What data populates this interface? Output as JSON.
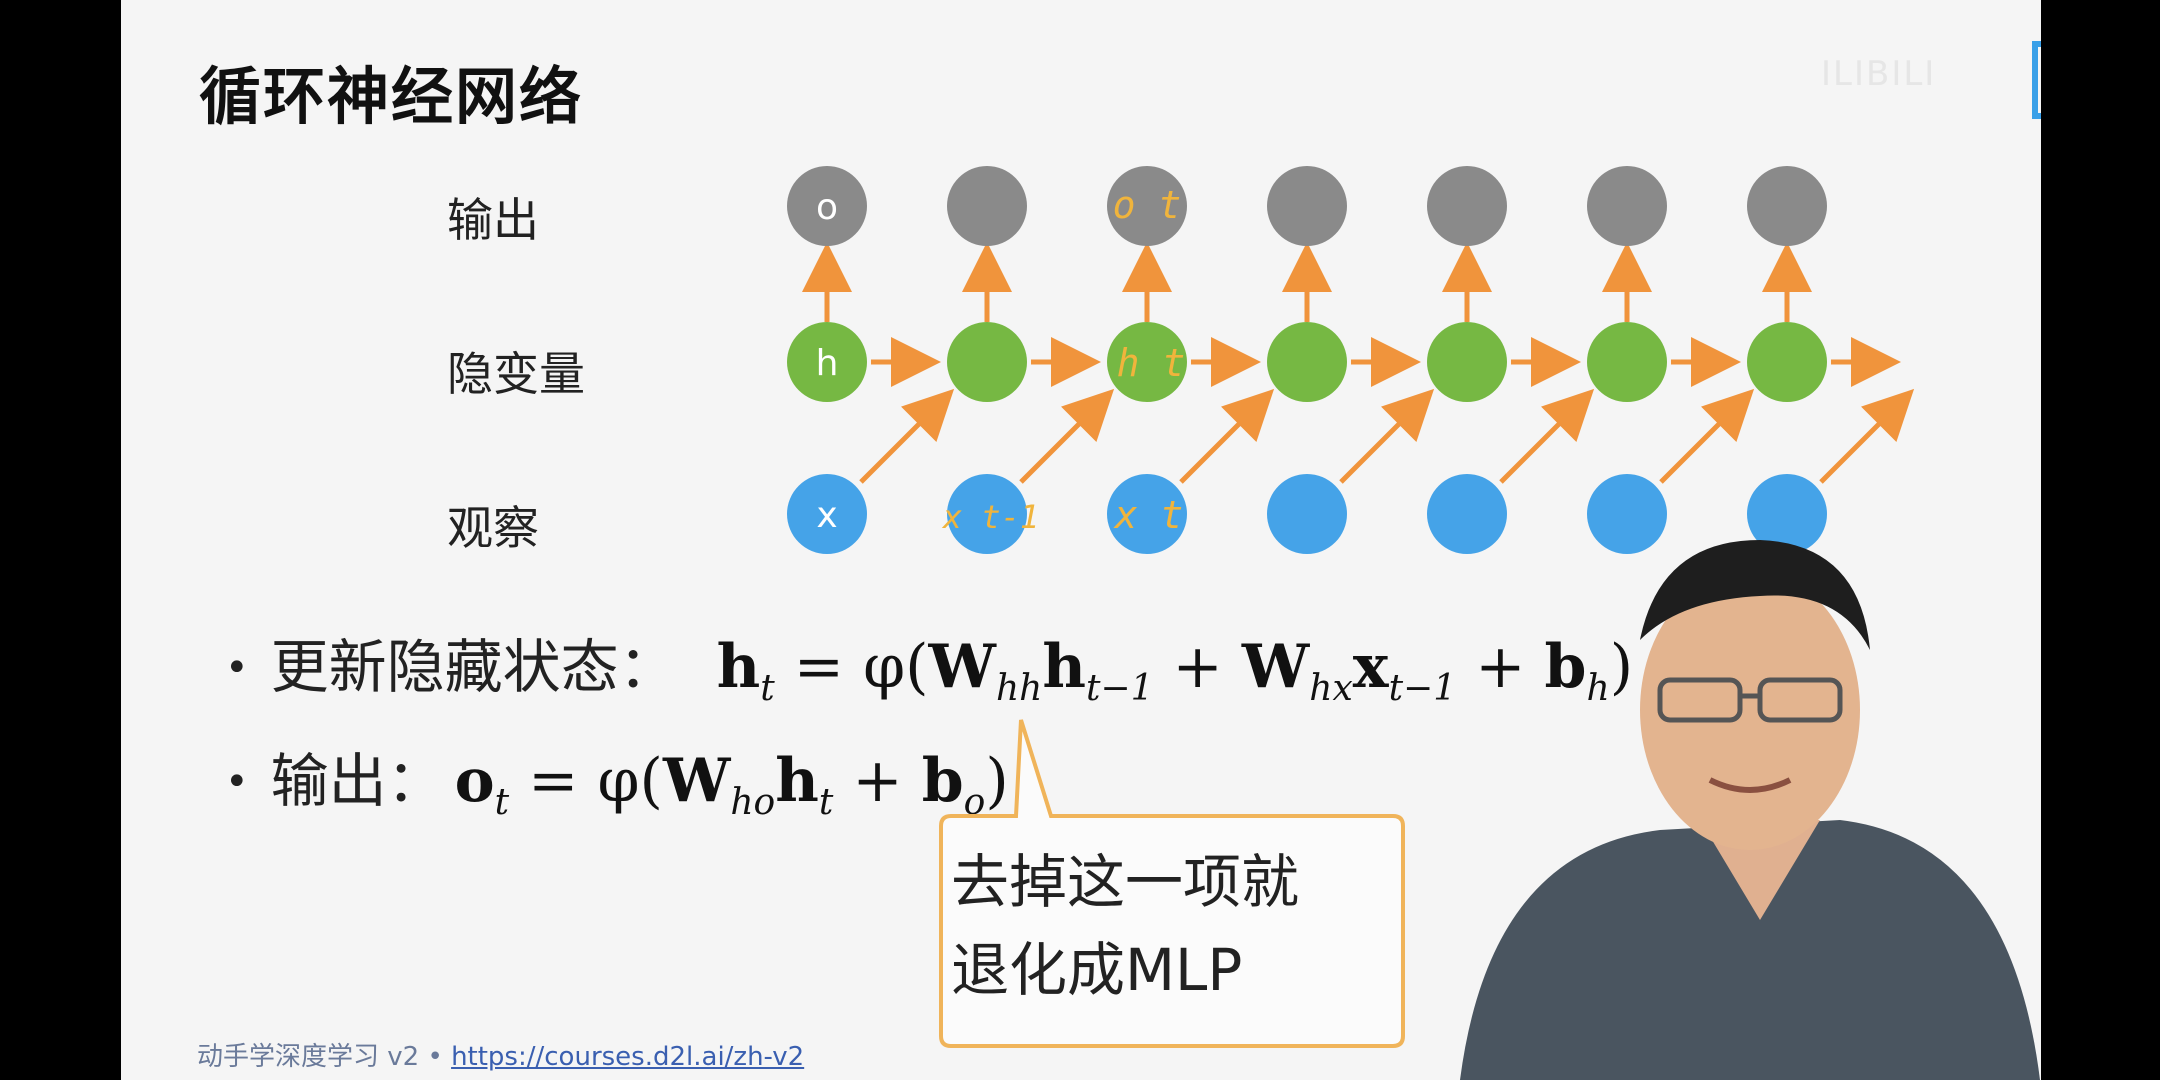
{
  "slide": {
    "title": "循环神经网络",
    "row_labels": {
      "output": "输出",
      "hidden": "隐变量",
      "observation": "观察"
    },
    "nodes": {
      "output_first_label": "o",
      "hidden_first_label": "h",
      "observation_first_label": "x"
    },
    "handwritten": {
      "output_t": "o t",
      "hidden_t": "h t",
      "obs_t_minus_1": "x t-1",
      "obs_t": "x t"
    },
    "bullets": [
      {
        "label": "更新隐藏状态："
      },
      {
        "label": "输出："
      }
    ],
    "callout": {
      "line1": "去掉这一项就",
      "line2": "退化成MLP"
    },
    "footer": {
      "text": "动手学深度学习 v2 • ",
      "link": "https://courses.d2l.ai/zh-v2"
    },
    "watermark": "ILIBILI",
    "colors": {
      "output_node": "#8a8a8a",
      "hidden_node": "#76b843",
      "observation_node": "#45a3e8",
      "arrow": "#f0943c",
      "callout_border": "#f0b45a"
    }
  }
}
